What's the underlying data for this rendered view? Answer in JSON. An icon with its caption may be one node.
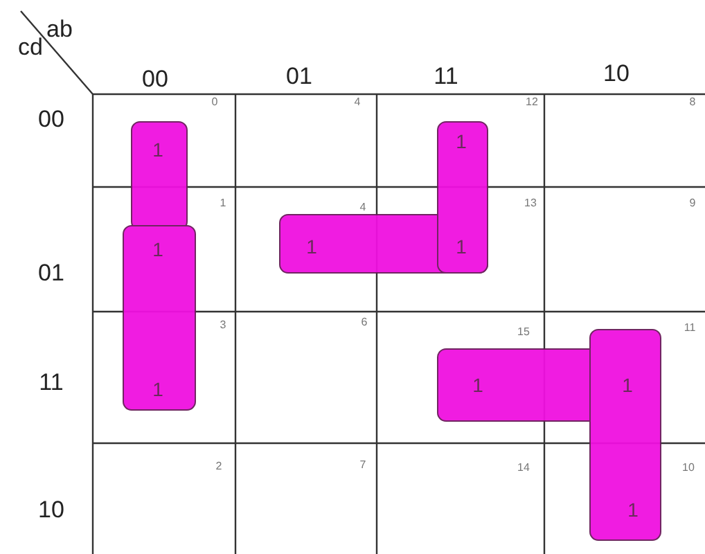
{
  "diagram": {
    "labels": [
      "ab",
      "cd",
      "00",
      "01",
      "11",
      "10",
      "00",
      "0",
      "1",
      "4",
      "12",
      "1",
      "8",
      "01",
      "1",
      "1",
      "4",
      "1",
      "13",
      "1",
      "9",
      "11",
      "3",
      "1",
      "6",
      "15",
      "1",
      "11",
      "1",
      "10",
      "2",
      "7",
      "14",
      "10",
      "1"
    ]
  }
}
